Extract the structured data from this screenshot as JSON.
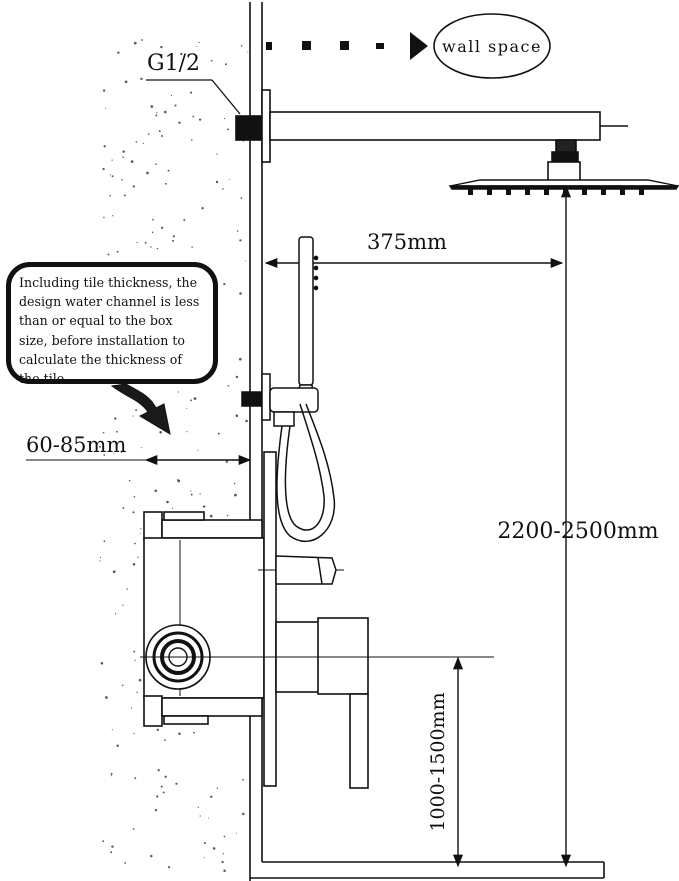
{
  "labels": {
    "thread": "G1/2",
    "wall_space": "wall space",
    "arm_reach": "375mm",
    "wall_depth": "60-85mm",
    "shower_height": "2200-2500mm",
    "valve_height": "1000-1500mm"
  },
  "note": "Including tile thickness, the design water channel is less than or equal to the box size, before installation to calculate the thickness of the tile.",
  "colors": {
    "line": "#111111",
    "wall_speckle": "#5a5a5a",
    "background": "#ffffff"
  }
}
